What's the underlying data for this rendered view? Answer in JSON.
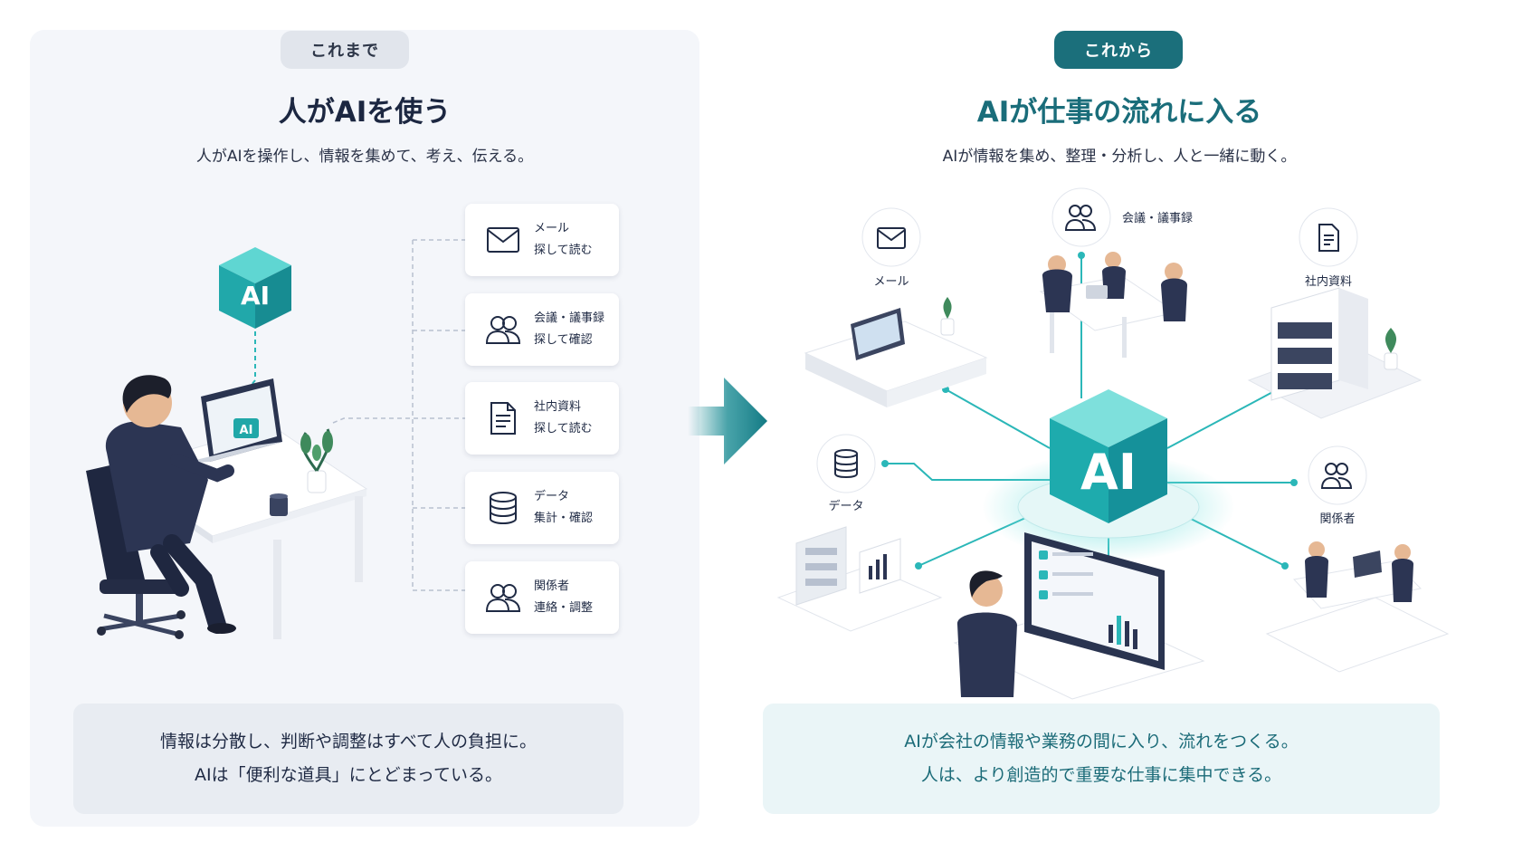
{
  "left": {
    "badge": "これまで",
    "title": "人がAIを使う",
    "subtitle": "人がAIを操作し、情報を集めて、考え、伝える。",
    "cube_label": "AI",
    "screen_label": "AI",
    "cards": [
      {
        "icon": "mail-icon",
        "line1": "メール",
        "line2": "探して読む"
      },
      {
        "icon": "people-icon",
        "line1": "会議・議事録",
        "line2": "探して確認"
      },
      {
        "icon": "document-icon",
        "line1": "社内資料",
        "line2": "探して読む"
      },
      {
        "icon": "database-icon",
        "line1": "データ",
        "line2": "集計・確認"
      },
      {
        "icon": "people-icon",
        "line1": "関係者",
        "line2": "連絡・調整"
      }
    ],
    "callout_line1": "情報は分散し、判断や調整はすべて人の負担に。",
    "callout_line2": "AIは「便利な道具」にとどまっている。"
  },
  "right": {
    "badge": "これから",
    "title": "AIが仕事の流れに入る",
    "subtitle": "AIが情報を集め、整理・分析し、人と一緒に動く。",
    "hub_label": "AI",
    "nodes": {
      "mail": "メール",
      "meeting": "会議・議事録",
      "documents": "社内資料",
      "data": "データ",
      "stakeholders": "関係者"
    },
    "callout_line1": "AIが会社の情報や業務の間に入り、流れをつくる。",
    "callout_line2": "人は、より創造的で重要な仕事に集中できる。"
  },
  "colors": {
    "teal": "#1b6f7b",
    "teal_light": "#2bb7b8",
    "navy": "#1c2741",
    "panel_gray": "#f4f6fa"
  }
}
